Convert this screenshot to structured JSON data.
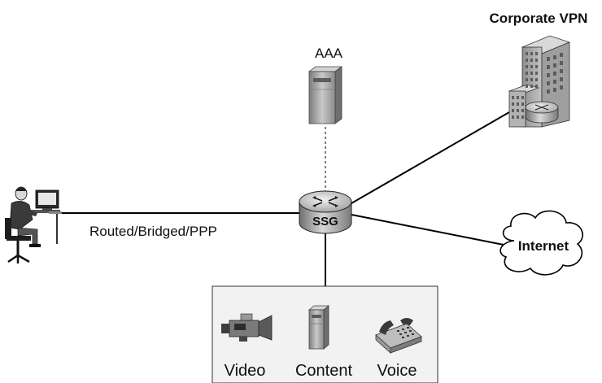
{
  "diagram": {
    "nodes": {
      "corporate_vpn": "Corporate VPN",
      "aaa": "AAA",
      "ssg": "SSG",
      "internet": "Internet"
    },
    "links": {
      "user_to_ssg": "Routed/Bridged/PPP"
    },
    "services": [
      "Video",
      "Content",
      "Voice"
    ]
  }
}
